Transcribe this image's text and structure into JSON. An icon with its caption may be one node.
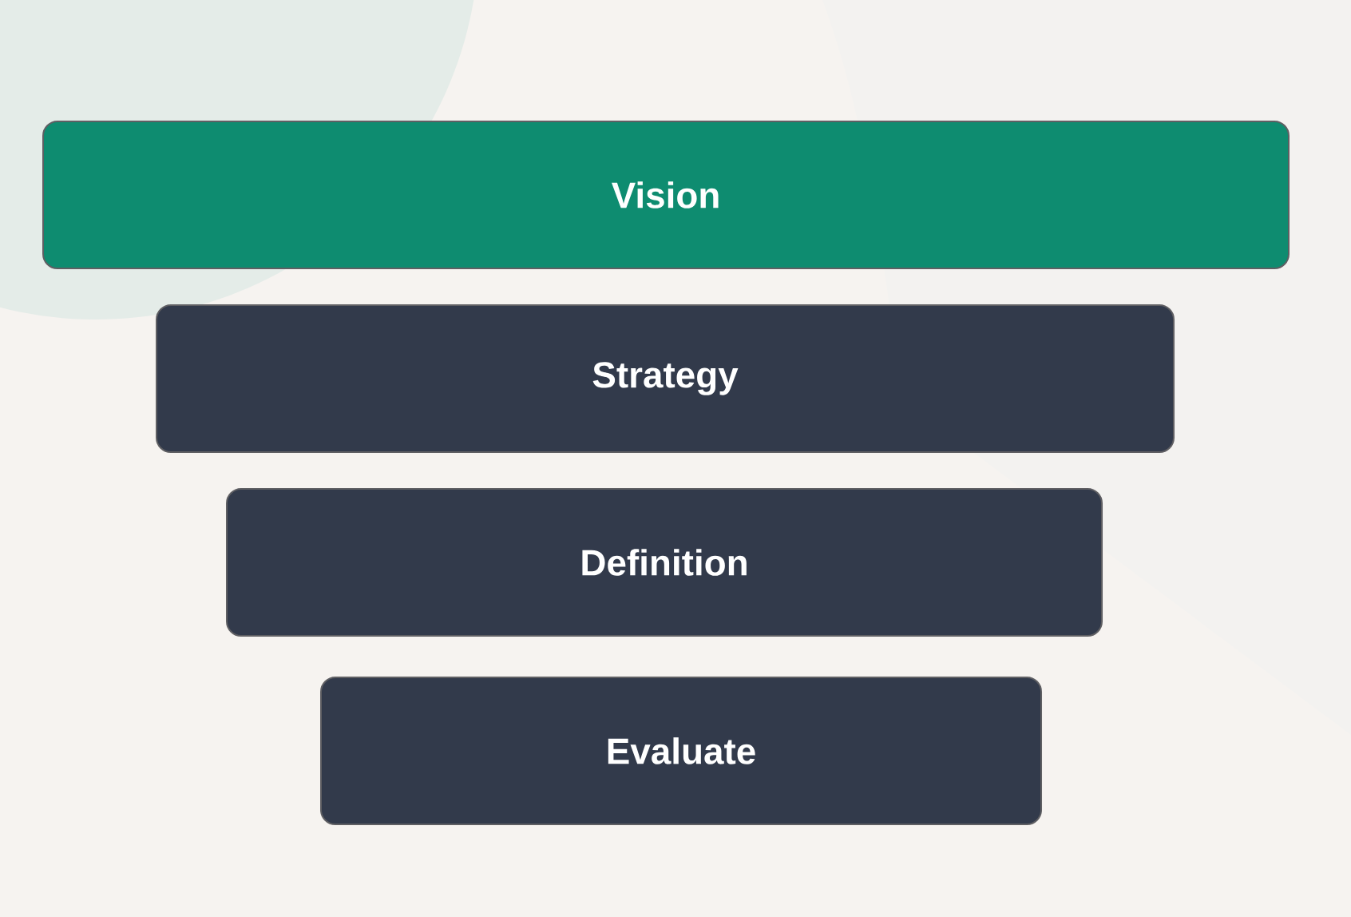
{
  "diagram": {
    "nodes": [
      {
        "text": [
          "Vision"
        ]
      },
      {
        "text": [
          "Strategy"
        ]
      },
      {
        "text": [
          "Definition"
        ]
      },
      {
        "text": [
          "Evaluate"
        ]
      }
    ]
  }
}
